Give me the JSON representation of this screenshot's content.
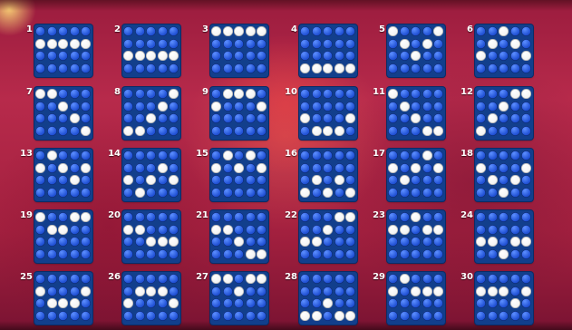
{
  "title": "",
  "colors": {
    "board_bg": "#123f8c",
    "cell_off": "#2152d6",
    "cell_on": "#ffffff",
    "number_text": "#ffffff",
    "background": "#a3203f"
  },
  "patterns": [
    {
      "number": "1",
      "cells": [
        [
          0,
          0,
          0,
          0,
          0
        ],
        [
          1,
          1,
          1,
          1,
          1
        ],
        [
          0,
          0,
          0,
          0,
          0
        ],
        [
          0,
          0,
          0,
          0,
          0
        ]
      ]
    },
    {
      "number": "2",
      "cells": [
        [
          0,
          0,
          0,
          0,
          0
        ],
        [
          0,
          0,
          0,
          0,
          0
        ],
        [
          1,
          1,
          1,
          1,
          1
        ],
        [
          0,
          0,
          0,
          0,
          0
        ]
      ]
    },
    {
      "number": "3",
      "cells": [
        [
          1,
          1,
          1,
          1,
          1
        ],
        [
          0,
          0,
          0,
          0,
          0
        ],
        [
          0,
          0,
          0,
          0,
          0
        ],
        [
          0,
          0,
          0,
          0,
          0
        ]
      ]
    },
    {
      "number": "4",
      "cells": [
        [
          0,
          0,
          0,
          0,
          0
        ],
        [
          0,
          0,
          0,
          0,
          0
        ],
        [
          0,
          0,
          0,
          0,
          0
        ],
        [
          1,
          1,
          1,
          1,
          1
        ]
      ]
    },
    {
      "number": "5",
      "cells": [
        [
          1,
          0,
          0,
          0,
          1
        ],
        [
          0,
          1,
          0,
          1,
          0
        ],
        [
          0,
          0,
          1,
          0,
          0
        ],
        [
          0,
          0,
          0,
          0,
          0
        ]
      ]
    },
    {
      "number": "6",
      "cells": [
        [
          0,
          0,
          1,
          0,
          0
        ],
        [
          0,
          1,
          0,
          1,
          0
        ],
        [
          1,
          0,
          0,
          0,
          1
        ],
        [
          0,
          0,
          0,
          0,
          0
        ]
      ]
    },
    {
      "number": "7",
      "cells": [
        [
          1,
          1,
          0,
          0,
          0
        ],
        [
          0,
          0,
          1,
          0,
          0
        ],
        [
          0,
          0,
          0,
          1,
          0
        ],
        [
          0,
          0,
          0,
          0,
          1
        ]
      ]
    },
    {
      "number": "8",
      "cells": [
        [
          0,
          0,
          0,
          0,
          1
        ],
        [
          0,
          0,
          0,
          1,
          0
        ],
        [
          0,
          0,
          1,
          0,
          0
        ],
        [
          1,
          1,
          0,
          0,
          0
        ]
      ]
    },
    {
      "number": "9",
      "cells": [
        [
          0,
          1,
          1,
          1,
          0
        ],
        [
          1,
          0,
          0,
          0,
          1
        ],
        [
          0,
          0,
          0,
          0,
          0
        ],
        [
          0,
          0,
          0,
          0,
          0
        ]
      ]
    },
    {
      "number": "10",
      "cells": [
        [
          0,
          0,
          0,
          0,
          0
        ],
        [
          0,
          0,
          0,
          0,
          0
        ],
        [
          1,
          0,
          0,
          0,
          1
        ],
        [
          0,
          1,
          1,
          1,
          0
        ]
      ]
    },
    {
      "number": "11",
      "cells": [
        [
          1,
          0,
          0,
          0,
          0
        ],
        [
          0,
          1,
          0,
          0,
          0
        ],
        [
          0,
          0,
          1,
          0,
          0
        ],
        [
          0,
          0,
          0,
          1,
          1
        ]
      ]
    },
    {
      "number": "12",
      "cells": [
        [
          0,
          0,
          0,
          1,
          1
        ],
        [
          0,
          0,
          1,
          0,
          0
        ],
        [
          0,
          1,
          0,
          0,
          0
        ],
        [
          1,
          0,
          0,
          0,
          0
        ]
      ]
    },
    {
      "number": "13",
      "cells": [
        [
          0,
          1,
          0,
          0,
          0
        ],
        [
          1,
          0,
          1,
          0,
          1
        ],
        [
          0,
          0,
          0,
          1,
          0
        ],
        [
          0,
          0,
          0,
          0,
          0
        ]
      ]
    },
    {
      "number": "14",
      "cells": [
        [
          0,
          0,
          0,
          0,
          0
        ],
        [
          0,
          0,
          0,
          1,
          0
        ],
        [
          1,
          0,
          1,
          0,
          1
        ],
        [
          0,
          1,
          0,
          0,
          0
        ]
      ]
    },
    {
      "number": "15",
      "cells": [
        [
          0,
          1,
          0,
          1,
          0
        ],
        [
          1,
          0,
          1,
          0,
          1
        ],
        [
          0,
          0,
          0,
          0,
          0
        ],
        [
          0,
          0,
          0,
          0,
          0
        ]
      ]
    },
    {
      "number": "16",
      "cells": [
        [
          0,
          0,
          0,
          0,
          0
        ],
        [
          0,
          0,
          0,
          0,
          0
        ],
        [
          0,
          1,
          0,
          1,
          0
        ],
        [
          1,
          0,
          1,
          0,
          1
        ]
      ]
    },
    {
      "number": "17",
      "cells": [
        [
          0,
          0,
          0,
          1,
          0
        ],
        [
          1,
          0,
          1,
          0,
          1
        ],
        [
          0,
          1,
          0,
          0,
          0
        ],
        [
          0,
          0,
          0,
          0,
          0
        ]
      ]
    },
    {
      "number": "18",
      "cells": [
        [
          0,
          0,
          0,
          0,
          0
        ],
        [
          1,
          0,
          0,
          0,
          1
        ],
        [
          0,
          1,
          0,
          1,
          0
        ],
        [
          0,
          0,
          1,
          0,
          0
        ]
      ]
    },
    {
      "number": "19",
      "cells": [
        [
          1,
          0,
          0,
          1,
          1
        ],
        [
          0,
          1,
          1,
          0,
          0
        ],
        [
          0,
          0,
          0,
          0,
          0
        ],
        [
          0,
          0,
          0,
          0,
          0
        ]
      ]
    },
    {
      "number": "20",
      "cells": [
        [
          0,
          0,
          0,
          0,
          0
        ],
        [
          1,
          1,
          0,
          0,
          0
        ],
        [
          0,
          0,
          1,
          1,
          1
        ],
        [
          0,
          0,
          0,
          0,
          0
        ]
      ]
    },
    {
      "number": "21",
      "cells": [
        [
          0,
          0,
          0,
          0,
          0
        ],
        [
          1,
          1,
          0,
          0,
          0
        ],
        [
          0,
          0,
          1,
          0,
          0
        ],
        [
          0,
          0,
          0,
          1,
          1
        ]
      ]
    },
    {
      "number": "22",
      "cells": [
        [
          0,
          0,
          0,
          1,
          1
        ],
        [
          0,
          0,
          1,
          0,
          0
        ],
        [
          1,
          1,
          0,
          0,
          0
        ],
        [
          0,
          0,
          0,
          0,
          0
        ]
      ]
    },
    {
      "number": "23",
      "cells": [
        [
          0,
          0,
          1,
          0,
          0
        ],
        [
          1,
          1,
          0,
          1,
          1
        ],
        [
          0,
          0,
          0,
          0,
          0
        ],
        [
          0,
          0,
          0,
          0,
          0
        ]
      ]
    },
    {
      "number": "24",
      "cells": [
        [
          0,
          0,
          0,
          0,
          0
        ],
        [
          0,
          0,
          0,
          0,
          0
        ],
        [
          1,
          1,
          0,
          1,
          1
        ],
        [
          0,
          0,
          1,
          0,
          0
        ]
      ]
    },
    {
      "number": "25",
      "cells": [
        [
          0,
          0,
          0,
          0,
          0
        ],
        [
          1,
          0,
          0,
          0,
          1
        ],
        [
          0,
          1,
          1,
          1,
          0
        ],
        [
          0,
          0,
          0,
          0,
          0
        ]
      ]
    },
    {
      "number": "26",
      "cells": [
        [
          0,
          0,
          0,
          0,
          0
        ],
        [
          0,
          1,
          1,
          1,
          0
        ],
        [
          1,
          0,
          0,
          0,
          1
        ],
        [
          0,
          0,
          0,
          0,
          0
        ]
      ]
    },
    {
      "number": "27",
      "cells": [
        [
          1,
          1,
          0,
          1,
          1
        ],
        [
          0,
          0,
          1,
          0,
          0
        ],
        [
          0,
          0,
          0,
          0,
          0
        ],
        [
          0,
          0,
          0,
          0,
          0
        ]
      ]
    },
    {
      "number": "28",
      "cells": [
        [
          0,
          0,
          0,
          0,
          0
        ],
        [
          0,
          0,
          0,
          0,
          0
        ],
        [
          0,
          0,
          1,
          0,
          0
        ],
        [
          1,
          1,
          0,
          1,
          1
        ]
      ]
    },
    {
      "number": "29",
      "cells": [
        [
          0,
          1,
          0,
          0,
          0
        ],
        [
          1,
          0,
          1,
          1,
          1
        ],
        [
          0,
          0,
          0,
          0,
          0
        ],
        [
          0,
          0,
          0,
          0,
          0
        ]
      ]
    },
    {
      "number": "30",
      "cells": [
        [
          0,
          0,
          0,
          0,
          0
        ],
        [
          1,
          1,
          1,
          0,
          1
        ],
        [
          0,
          0,
          0,
          1,
          0
        ],
        [
          0,
          0,
          0,
          0,
          0
        ]
      ]
    }
  ]
}
